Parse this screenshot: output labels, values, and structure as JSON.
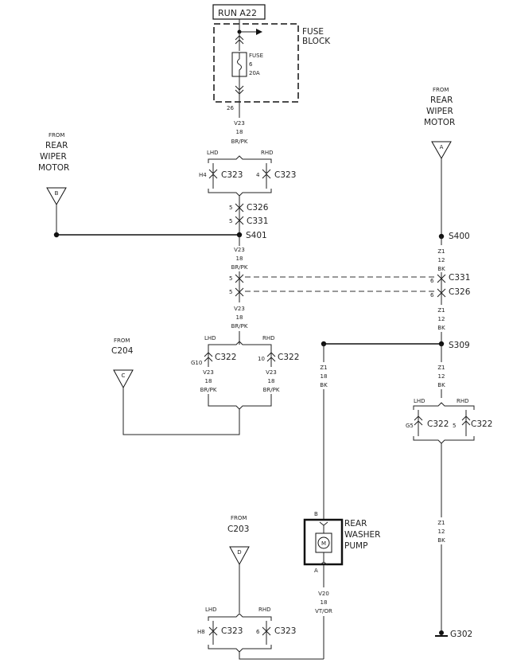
{
  "header": {
    "circuit": "RUN A22"
  },
  "fuse_block": {
    "title_line1": "FUSE",
    "title_line2": "BLOCK",
    "fuse_line1": "FUSE",
    "fuse_line2": "6",
    "fuse_line3": "20A",
    "cavity": "26"
  },
  "wire_v23": {
    "circuit": "V23",
    "gauge": "18",
    "color": "BR/PK"
  },
  "wire_z1": {
    "circuit": "Z1",
    "gauge": "12",
    "color": "BK"
  },
  "wire_z1_18": {
    "circuit": "Z1",
    "gauge": "18",
    "color": "BK"
  },
  "wire_v20": {
    "circuit": "V20",
    "gauge": "18",
    "color": "VT/OR"
  },
  "common": {
    "from": "FROM",
    "lhd": "LHD",
    "rhd": "RHD"
  },
  "rear_wiper_motor": {
    "line1": "REAR",
    "line2": "WIPER",
    "line3": "MOTOR"
  },
  "sources": {
    "b": "B",
    "a": "A",
    "c": "C",
    "d": "D",
    "c204": "C204",
    "c203": "C203"
  },
  "connectors": {
    "c323": "C323",
    "c326": "C326",
    "c331": "C331",
    "c322": "C322"
  },
  "pins": {
    "h4": "H4",
    "p4": "4",
    "p5": "5",
    "p6": "6",
    "g10": "G10",
    "p10": "10",
    "g5": "G5",
    "h8": "H8"
  },
  "splices": {
    "s401": "S401",
    "s400": "S400",
    "s309": "S309"
  },
  "ground": {
    "g302": "G302"
  },
  "washer_pump": {
    "line1": "REAR",
    "line2": "WASHER",
    "line3": "PUMP",
    "motor": "M",
    "pin_b": "B",
    "pin_a": "A"
  }
}
